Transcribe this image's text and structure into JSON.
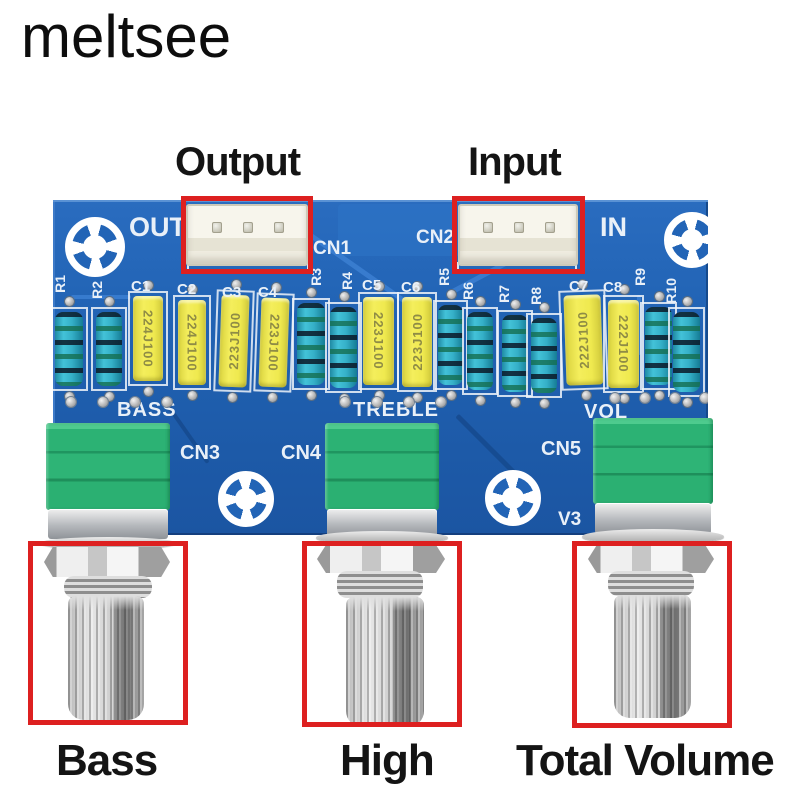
{
  "brand": "meltsee",
  "annotations": {
    "output": "Output",
    "input": "Input",
    "bass": "Bass",
    "high": "High",
    "total_volume": "Total Volume"
  },
  "board": {
    "silk": {
      "out": "OUT",
      "in": "IN",
      "cn1": "CN1",
      "cn2": "CN2",
      "cn3": "CN3",
      "cn4": "CN4",
      "cn5": "CN5",
      "v3": "V3",
      "bass": "BASS",
      "treble": "TREBLE",
      "vol": "VOL"
    },
    "resistors": [
      {
        "label": "R1"
      },
      {
        "label": "R2"
      },
      {
        "label": "R3"
      },
      {
        "label": "R4"
      },
      {
        "label": "R5"
      },
      {
        "label": "R6"
      },
      {
        "label": "R7"
      },
      {
        "label": "R8"
      },
      {
        "label": "R9"
      },
      {
        "label": "R10"
      }
    ],
    "capacitors": [
      {
        "label": "C1",
        "marking": "224J100"
      },
      {
        "label": "C2",
        "marking": "224J100"
      },
      {
        "label": "C3",
        "marking": "223J100"
      },
      {
        "label": "C4",
        "marking": "223J100"
      },
      {
        "label": "C5",
        "marking": "223J100"
      },
      {
        "label": "C6",
        "marking": "223J100"
      },
      {
        "label": "C7",
        "marking": "222J100"
      },
      {
        "label": "C8",
        "marking": "222J100"
      }
    ],
    "colors": {
      "pcb_blue": "#2163b4",
      "trace_light": "#3f83d6",
      "trace_dark": "#164a8f",
      "silkscreen_white": "#e9f0f8",
      "capacitor_yellow": "#efe94f",
      "capacitor_text": "#8f8c45",
      "resistor_teal": "#35b0c8",
      "pot_green": "#2cb274",
      "metal_silver": "#cfcfcf",
      "annotation_red": "#dd2020",
      "annotation_text": "#141414"
    }
  }
}
